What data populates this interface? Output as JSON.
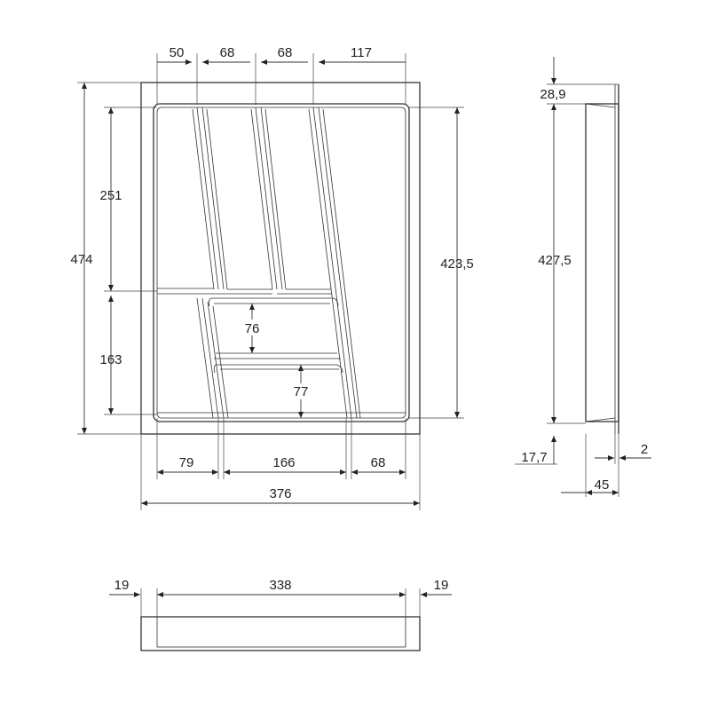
{
  "drawing": {
    "dimensions": {
      "top": [
        "50",
        "68",
        "68",
        "117"
      ],
      "left": {
        "overall": "474",
        "upper": "251",
        "lower": "163"
      },
      "right": "423,5",
      "inner": {
        "middle": "76",
        "lower": "77"
      },
      "bottom_inner": [
        "79",
        "166",
        "68"
      ],
      "bottom_overall": "376",
      "side": {
        "top": "28,9",
        "height": "427,5",
        "bottom": "17,7",
        "wall": "2",
        "depth": "45"
      },
      "bottom_view": {
        "left": "19",
        "middle": "338",
        "right": "19"
      }
    }
  }
}
